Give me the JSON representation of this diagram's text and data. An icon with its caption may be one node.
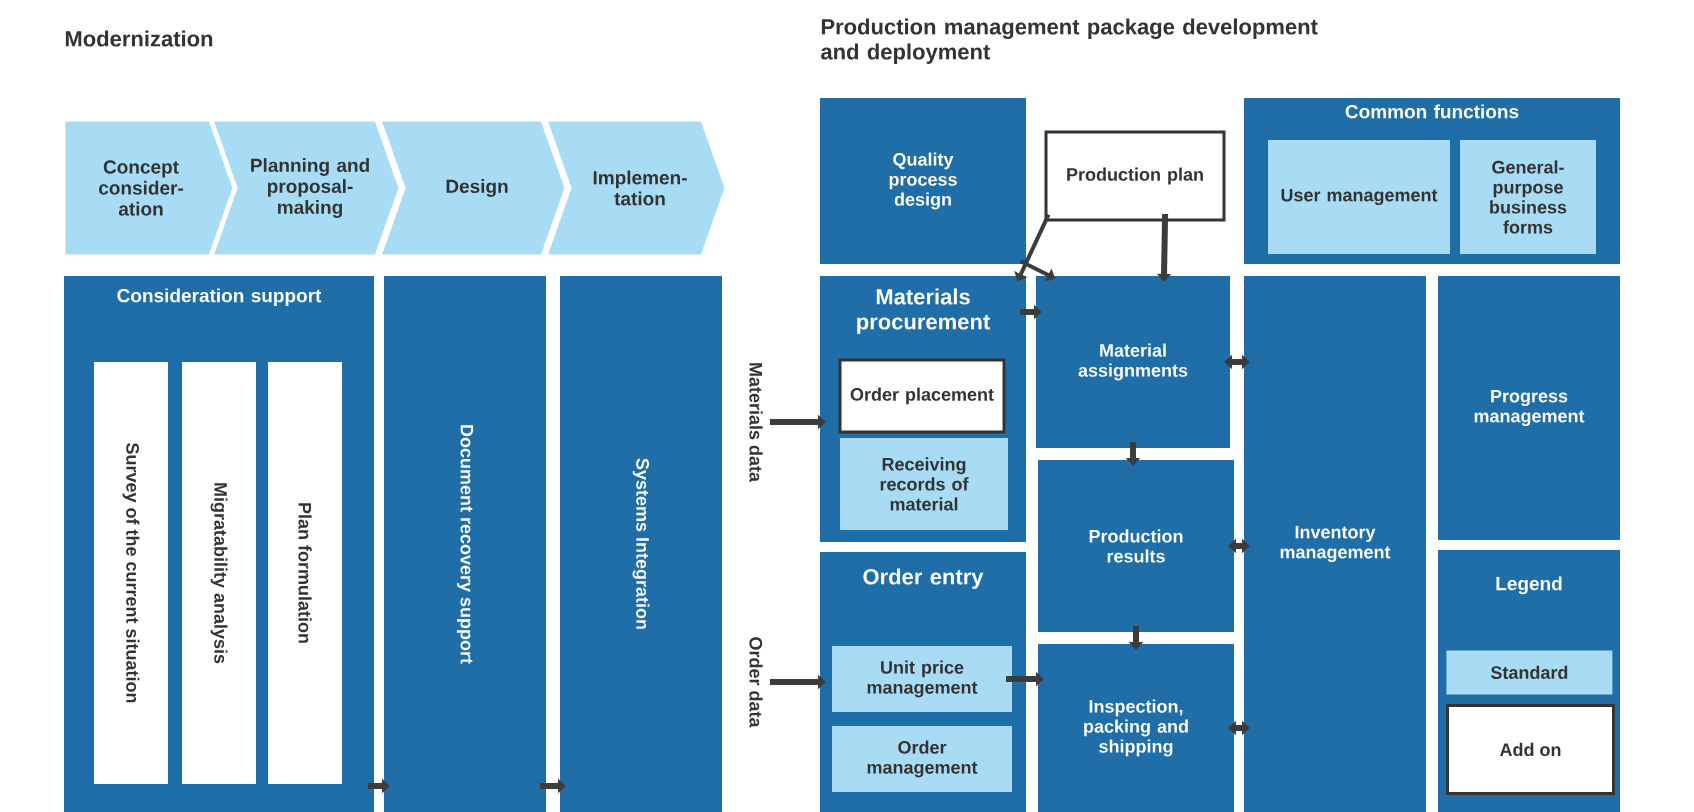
{
  "diagram": {
    "nodes": [
      {
        "text": [
          "Concept consider-ation"
        ]
      },
      {
        "text": [
          "Planning and proposal-making"
        ]
      },
      {
        "text": [
          "Design"
        ]
      },
      {
        "text": [
          "Implemen-tation"
        ]
      },
      {
        "text": [
          "Consideration support"
        ]
      },
      {
        "text": [
          "Survey of the current situation"
        ],
        "in": 4
      },
      {
        "text": [
          "Migratability analysis"
        ],
        "in": 4
      },
      {
        "text": [
          "Plan formulation"
        ],
        "in": 4
      },
      {
        "text": [
          "Document recovery support"
        ]
      },
      {
        "text": [
          "Systems Integration"
        ]
      },
      {
        "text": [
          "Materials data"
        ]
      },
      {
        "text": [
          "Order data"
        ]
      },
      {
        "text": [
          "Quality process design"
        ]
      },
      {
        "text": [
          "Production plan"
        ]
      },
      {
        "text": [
          "Common functions"
        ]
      },
      {
        "text": [
          "User management"
        ],
        "in": 14
      },
      {
        "text": [
          "General-purpose business forms"
        ],
        "in": 14
      },
      {
        "text": [
          "Materials procurement"
        ]
      },
      {
        "text": [
          "Order placement"
        ],
        "in": 17
      },
      {
        "text": [
          "Receiving records of material"
        ],
        "in": 17
      },
      {
        "text": [
          "Material assignments"
        ]
      },
      {
        "text": [
          "Production results"
        ]
      },
      {
        "text": [
          "Inspection, packing and shipping"
        ]
      },
      {
        "text": [
          "Inventory management"
        ]
      },
      {
        "text": [
          "Progress management"
        ]
      },
      {
        "text": [
          "Order entry"
        ]
      },
      {
        "text": [
          "Unit price management"
        ],
        "in": 25
      },
      {
        "text": [
          "Order management"
        ],
        "in": 25
      },
      {
        "text": [
          "Legend"
        ]
      }
    ],
    "edges": [
      {
        "from": 4,
        "to": 8,
        "arrow": "to"
      },
      {
        "from": 8,
        "to": 9,
        "arrow": "to"
      },
      {
        "from": 10,
        "to": 17,
        "arrow": "to"
      },
      {
        "from": 11,
        "to": 25,
        "arrow": "to"
      },
      {
        "from": 13,
        "to": 17,
        "arrow": "to"
      },
      {
        "from": 12,
        "to": 20,
        "arrow": "to"
      },
      {
        "from": 13,
        "to": 20,
        "arrow": "to"
      },
      {
        "from": 17,
        "to": 20,
        "arrow": "to"
      },
      {
        "from": 20,
        "to": 23,
        "arrow": "both"
      },
      {
        "from": 20,
        "to": 21,
        "arrow": "to"
      },
      {
        "from": 21,
        "to": 22,
        "arrow": "to"
      },
      {
        "from": 21,
        "to": 23,
        "arrow": "both"
      },
      {
        "from": 22,
        "to": 23,
        "arrow": "both"
      },
      {
        "from": 26,
        "to": 22,
        "arrow": "to"
      }
    ],
    "labels": [
      "Modernization",
      "Production management package development and deployment"
    ],
    "legend": [
      {
        "text": "Standard",
        "color": "#a8dcf5"
      },
      {
        "text": "Add on",
        "color": "#ffffff"
      }
    ]
  }
}
